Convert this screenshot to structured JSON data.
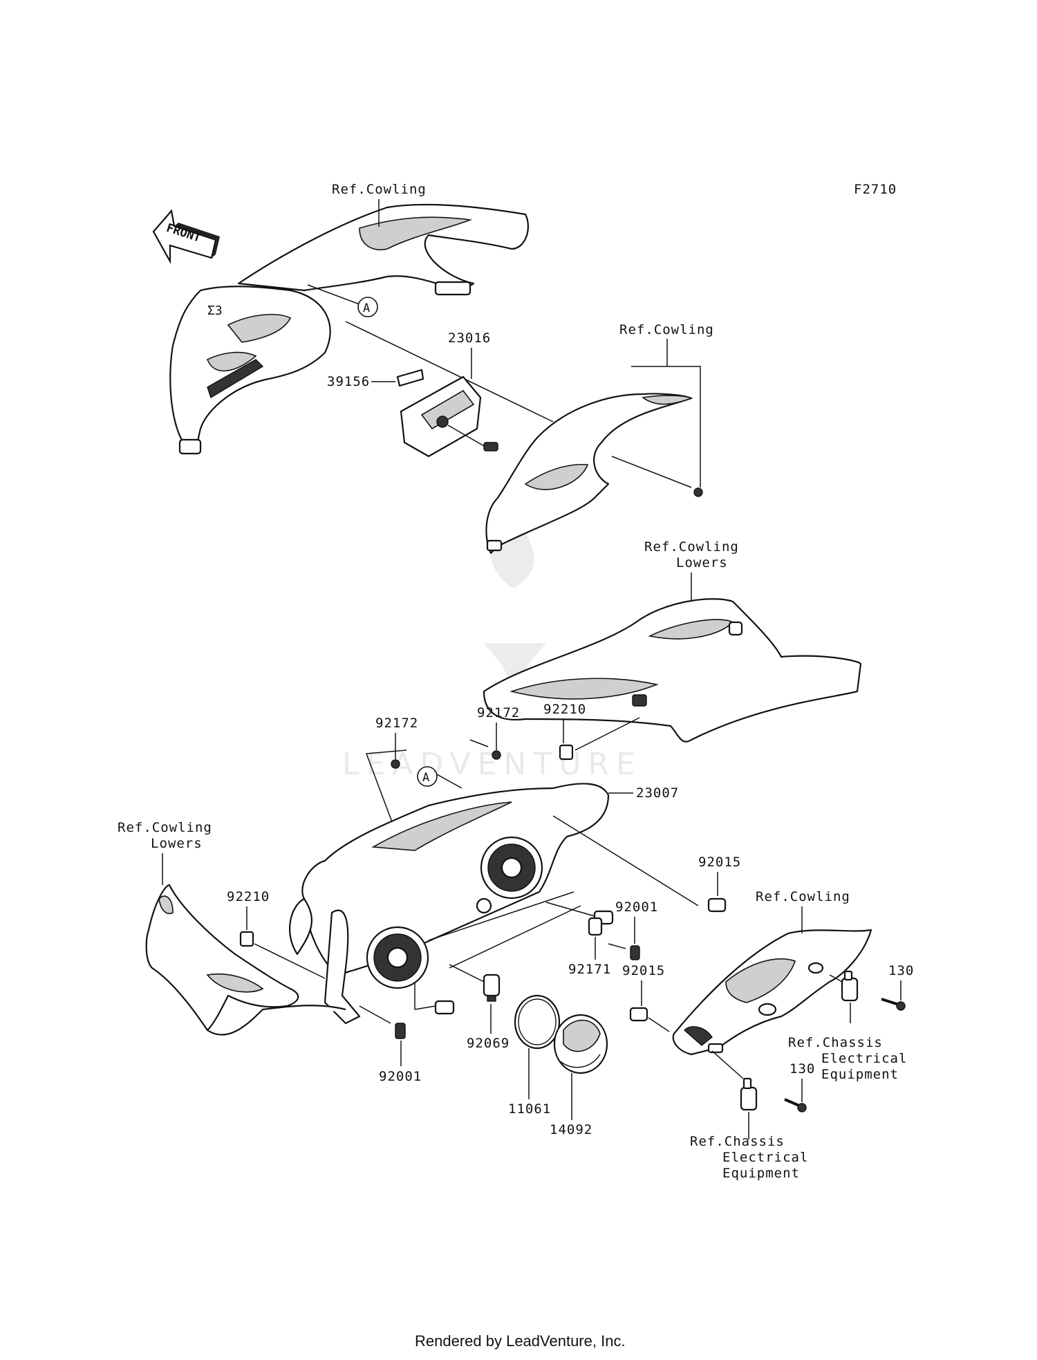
{
  "diagram_code": "F2710",
  "front_arrow": "FRONT",
  "watermark": "LEADVENTURE",
  "footer": "Rendered by LeadVenture, Inc.",
  "labels": {
    "ref_cowling_top": "Ref.Cowling",
    "ref_cowling_right_upper": "Ref.Cowling",
    "ref_cowling_lowers_mid_1": "Ref.Cowling",
    "ref_cowling_lowers_mid_2": "Lowers",
    "ref_cowling_lowers_left_1": "Ref.Cowling",
    "ref_cowling_lowers_left_2": "Lowers",
    "ref_cowling_right_lower": "Ref.Cowling",
    "ref_chassis_right_1": "Ref.Chassis",
    "ref_chassis_right_2": "Electrical",
    "ref_chassis_right_3": "Equipment",
    "ref_chassis_bottom_1": "Ref.Chassis",
    "ref_chassis_bottom_2": "Electrical",
    "ref_chassis_bottom_3": "Equipment",
    "callout_a_top": "A",
    "callout_a_mid": "A",
    "p23016": "23016",
    "p39156": "39156",
    "p92172_left": "92172",
    "p92172_right": "92172",
    "p92210_top": "92210",
    "p92210_left": "92210",
    "p23007": "23007",
    "p92015_top": "92015",
    "p92015_mid": "92015",
    "p92001_right": "92001",
    "p92001_bottom": "92001",
    "p92171": "92171",
    "p92069": "92069",
    "p11061": "11061",
    "p14092": "14092",
    "p130_right": "130",
    "p130_bottom": "130"
  }
}
